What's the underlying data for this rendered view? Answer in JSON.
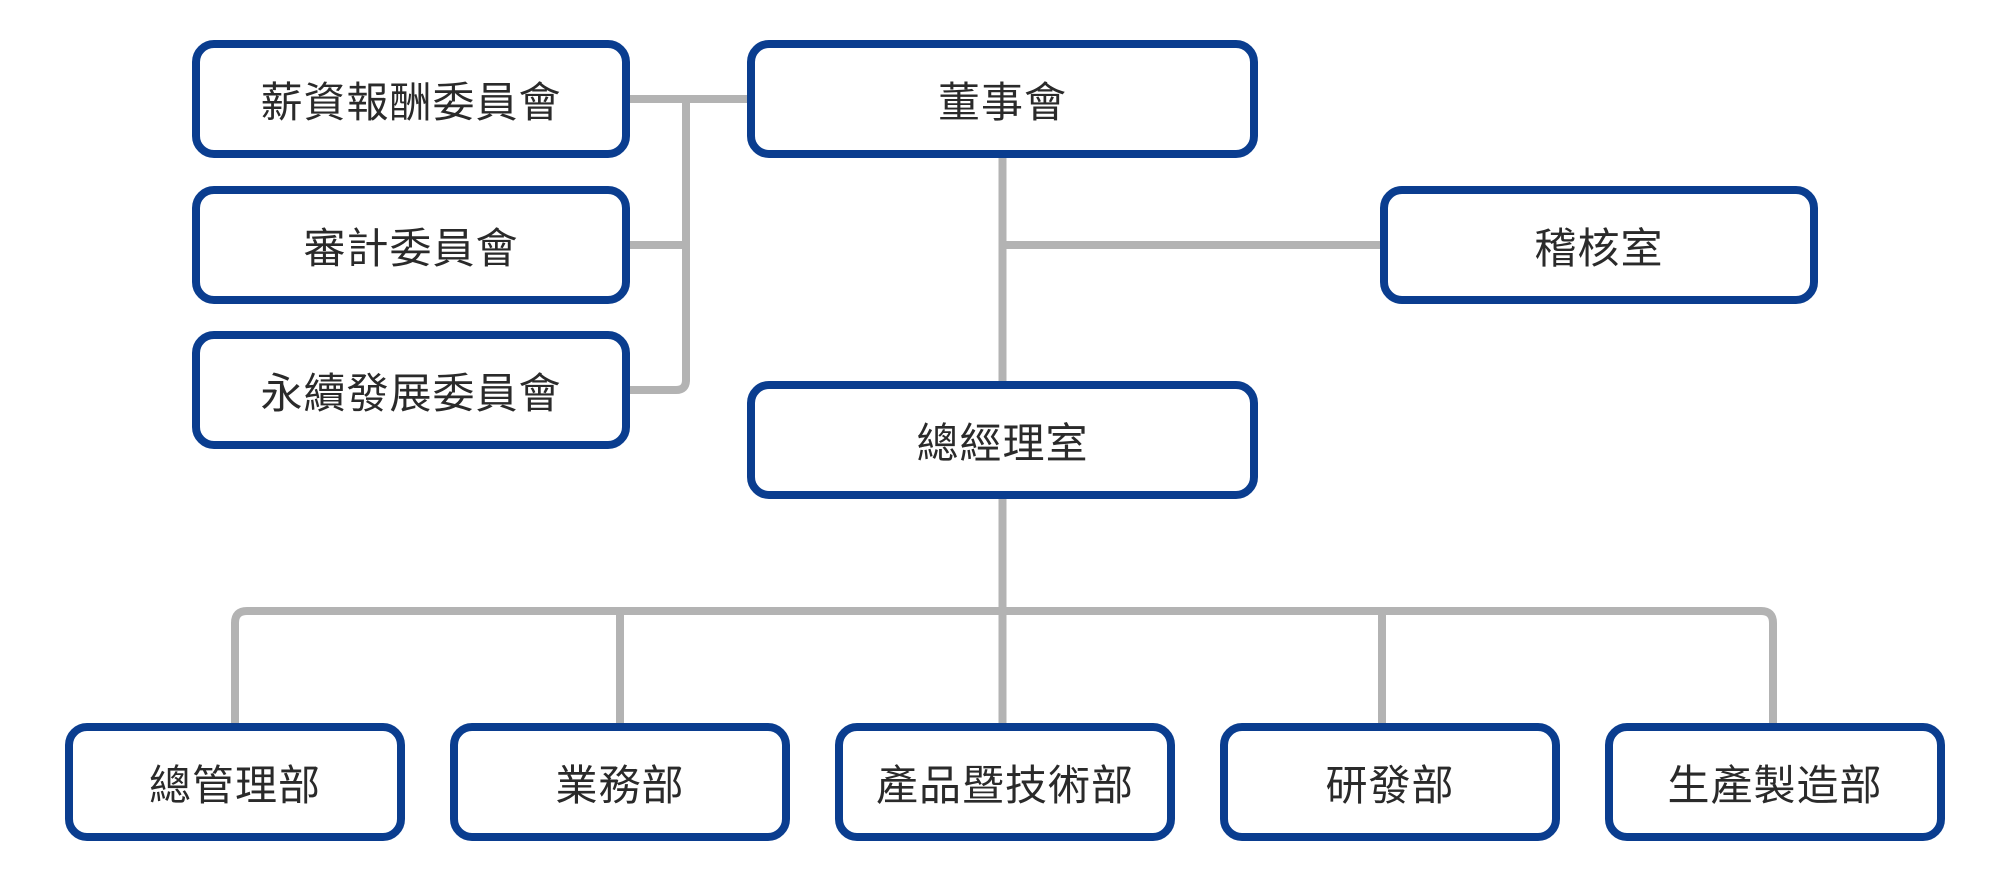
{
  "theme": {
    "box_border_color": "#0a3d8f",
    "connector_color": "#b3b3b3",
    "text_color": "#2a2a2a",
    "background": "#ffffff"
  },
  "nodes": {
    "board": "董事會",
    "compensation_committee": "薪資報酬委員會",
    "audit_committee": "審計委員會",
    "sustainability_committee": "永續發展委員會",
    "audit_office": "稽核室",
    "gm_office": "總經理室",
    "admin_dept": "總管理部",
    "sales_dept": "業務部",
    "product_tech_dept": "產品暨技術部",
    "rd_dept": "研發部",
    "manufacturing_dept": "生產製造部"
  },
  "edges": [
    {
      "from": "board",
      "to": "compensation_committee"
    },
    {
      "from": "board",
      "to": "audit_committee"
    },
    {
      "from": "board",
      "to": "sustainability_committee"
    },
    {
      "from": "board",
      "to": "audit_office"
    },
    {
      "from": "board",
      "to": "gm_office"
    },
    {
      "from": "gm_office",
      "to": "admin_dept"
    },
    {
      "from": "gm_office",
      "to": "sales_dept"
    },
    {
      "from": "gm_office",
      "to": "product_tech_dept"
    },
    {
      "from": "gm_office",
      "to": "rd_dept"
    },
    {
      "from": "gm_office",
      "to": "manufacturing_dept"
    }
  ]
}
